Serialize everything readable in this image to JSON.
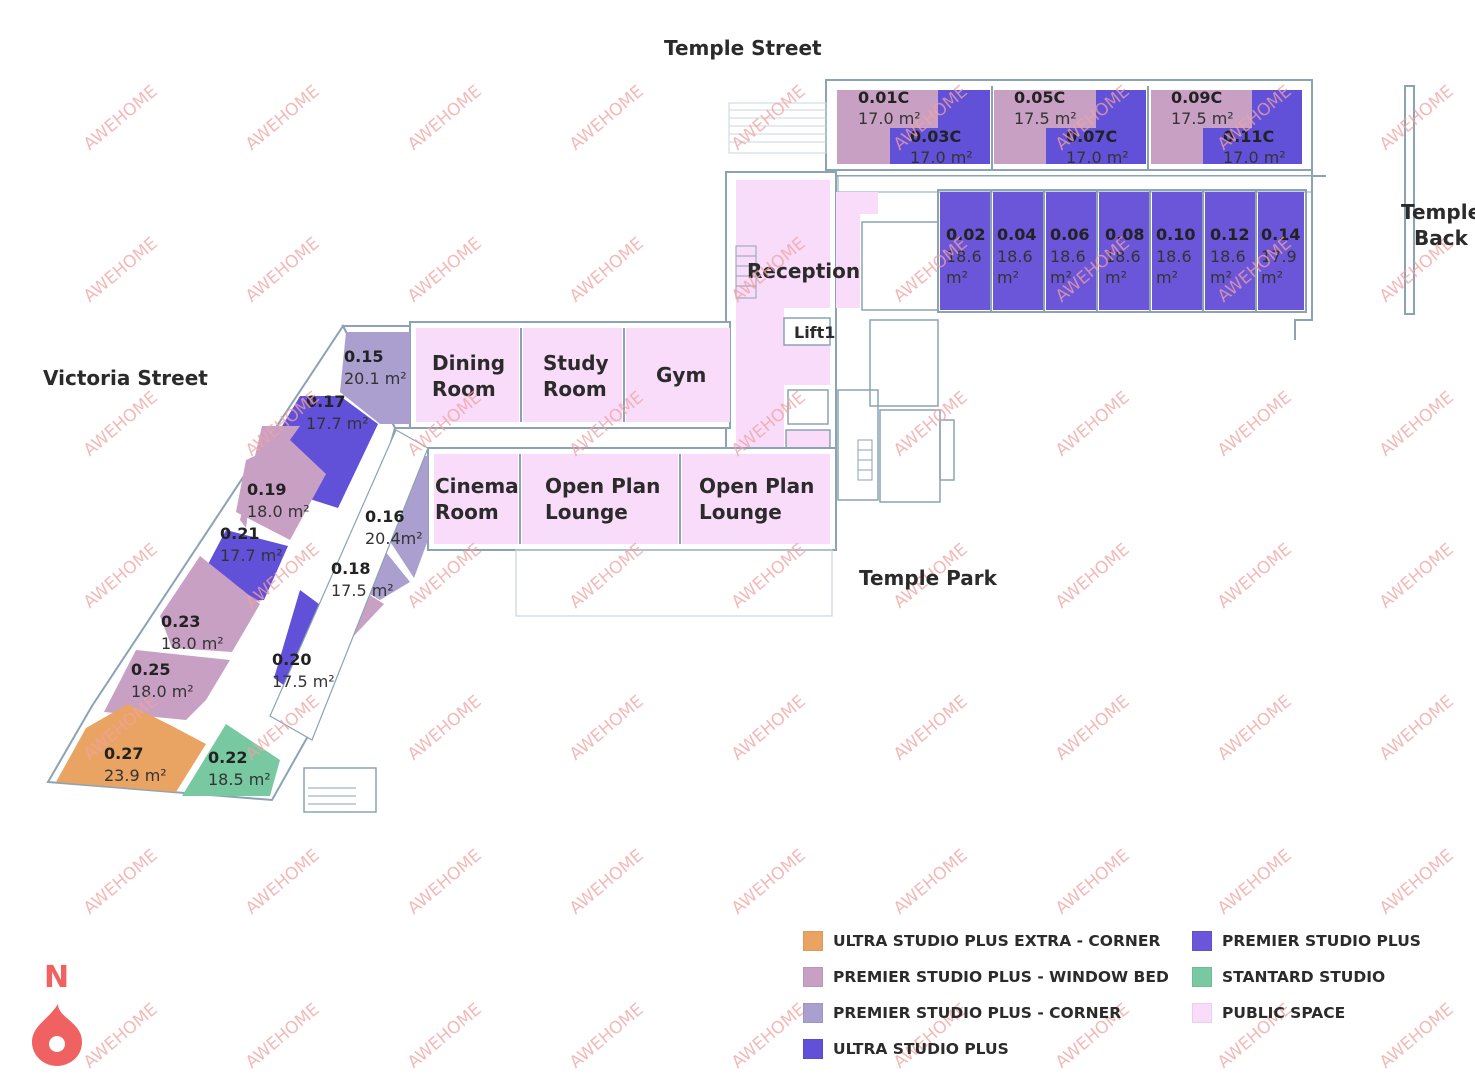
{
  "streets": {
    "top": "Temple Street",
    "left": "Victoria Street",
    "park": "Temple Park",
    "back_line1": "Temple",
    "back_line2": "Back"
  },
  "colors": {
    "ultra_extra_corner": "#e9a464",
    "window_bed": "#c8a0c4",
    "premier_corner": "#aa9fce",
    "ultra_plus": "#6150d8",
    "premier_plus": "#6b55d9",
    "standard": "#78c8a2",
    "public": "#f9dcf9",
    "wall": "#8ba3b3",
    "watermark": "#f0a2a2",
    "compass": "#f06262"
  },
  "rooms": {
    "r001c": {
      "id": "0.01C",
      "area": "17.0 m²"
    },
    "r003c": {
      "id": "0.03C",
      "area": "17.0 m²"
    },
    "r005c": {
      "id": "0.05C",
      "area": "17.5 m²"
    },
    "r007c": {
      "id": "0.07C",
      "area": "17.0 m²"
    },
    "r009c": {
      "id": "0.09C",
      "area": "17.5 m²"
    },
    "r011c": {
      "id": "0.11C",
      "area": "17.0 m²"
    },
    "r002": {
      "id": "0.02",
      "area1": "18.6",
      "area2": "m²"
    },
    "r004": {
      "id": "0.04",
      "area1": "18.6",
      "area2": "m²"
    },
    "r006": {
      "id": "0.06",
      "area1": "18.6",
      "area2": "m²"
    },
    "r008": {
      "id": "0.08",
      "area1": "18.6",
      "area2": "m²"
    },
    "r010": {
      "id": "0.10",
      "area1": "18.6",
      "area2": "m²"
    },
    "r012": {
      "id": "0.12",
      "area1": "18.6",
      "area2": "m²"
    },
    "r014": {
      "id": "0.14",
      "area1": "17.9",
      "area2": "m²"
    },
    "r015": {
      "id": "0.15",
      "area": "20.1 m²"
    },
    "r016": {
      "id": "0.16",
      "area": "20.4m²"
    },
    "r017": {
      "id": "0.17",
      "area": "17.7 m²"
    },
    "r018": {
      "id": "0.18",
      "area": "17.5 m²"
    },
    "r019": {
      "id": "0.19",
      "area": "18.0 m²"
    },
    "r020": {
      "id": "0.20",
      "area": "17.5 m²"
    },
    "r021": {
      "id": "0.21",
      "area": "17.7 m²"
    },
    "r022": {
      "id": "0.22",
      "area": "18.5 m²"
    },
    "r023": {
      "id": "0.23",
      "area": "18.0 m²"
    },
    "r025": {
      "id": "0.25",
      "area": "18.0 m²"
    },
    "r027": {
      "id": "0.27",
      "area": "23.9 m²"
    }
  },
  "spaces": {
    "dining": [
      "Dining",
      "Room"
    ],
    "study": [
      "Study",
      "Room"
    ],
    "gym": "Gym",
    "reception": "Reception",
    "lift": "Lift1",
    "cinema": [
      "Cinema",
      "Room"
    ],
    "lounge1": [
      "Open Plan",
      "Lounge"
    ],
    "lounge2": [
      "Open Plan",
      "Lounge"
    ]
  },
  "legend": [
    {
      "label": "ULTRA STUDIO PLUS EXTRA - CORNER",
      "color": "#e9a464"
    },
    {
      "label": "PREMIER STUDIO PLUS - WINDOW BED",
      "color": "#c8a0c4"
    },
    {
      "label": "PREMIER STUDIO PLUS - CORNER",
      "color": "#aa9fce"
    },
    {
      "label": "ULTRA STUDIO PLUS",
      "color": "#6150d8"
    },
    {
      "label": "PREMIER STUDIO PLUS",
      "color": "#6b55d9"
    },
    {
      "label": "STANTARD STUDIO",
      "color": "#78c8a2"
    },
    {
      "label": "PUBLIC SPACE",
      "color": "#f9dcf9"
    }
  ],
  "compass": {
    "label": "N"
  },
  "watermark": "AWEHOME"
}
